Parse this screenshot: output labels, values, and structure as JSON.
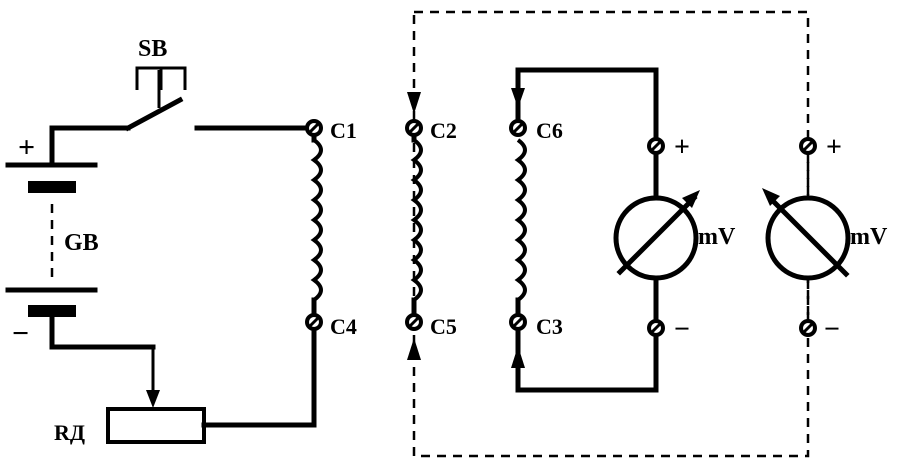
{
  "labels": {
    "switch": "SB",
    "battery": "GB",
    "battery_plus": "+",
    "battery_minus": "−",
    "rheostat": "RД",
    "terminals": {
      "c1": "C1",
      "c2": "C2",
      "c3": "C3",
      "c4": "C4",
      "c5": "C5",
      "c6": "C6"
    },
    "meter1": {
      "name": "mV",
      "plus": "+",
      "minus": "−"
    },
    "meter2": {
      "name": "mV",
      "plus": "+",
      "minus": "−"
    }
  }
}
